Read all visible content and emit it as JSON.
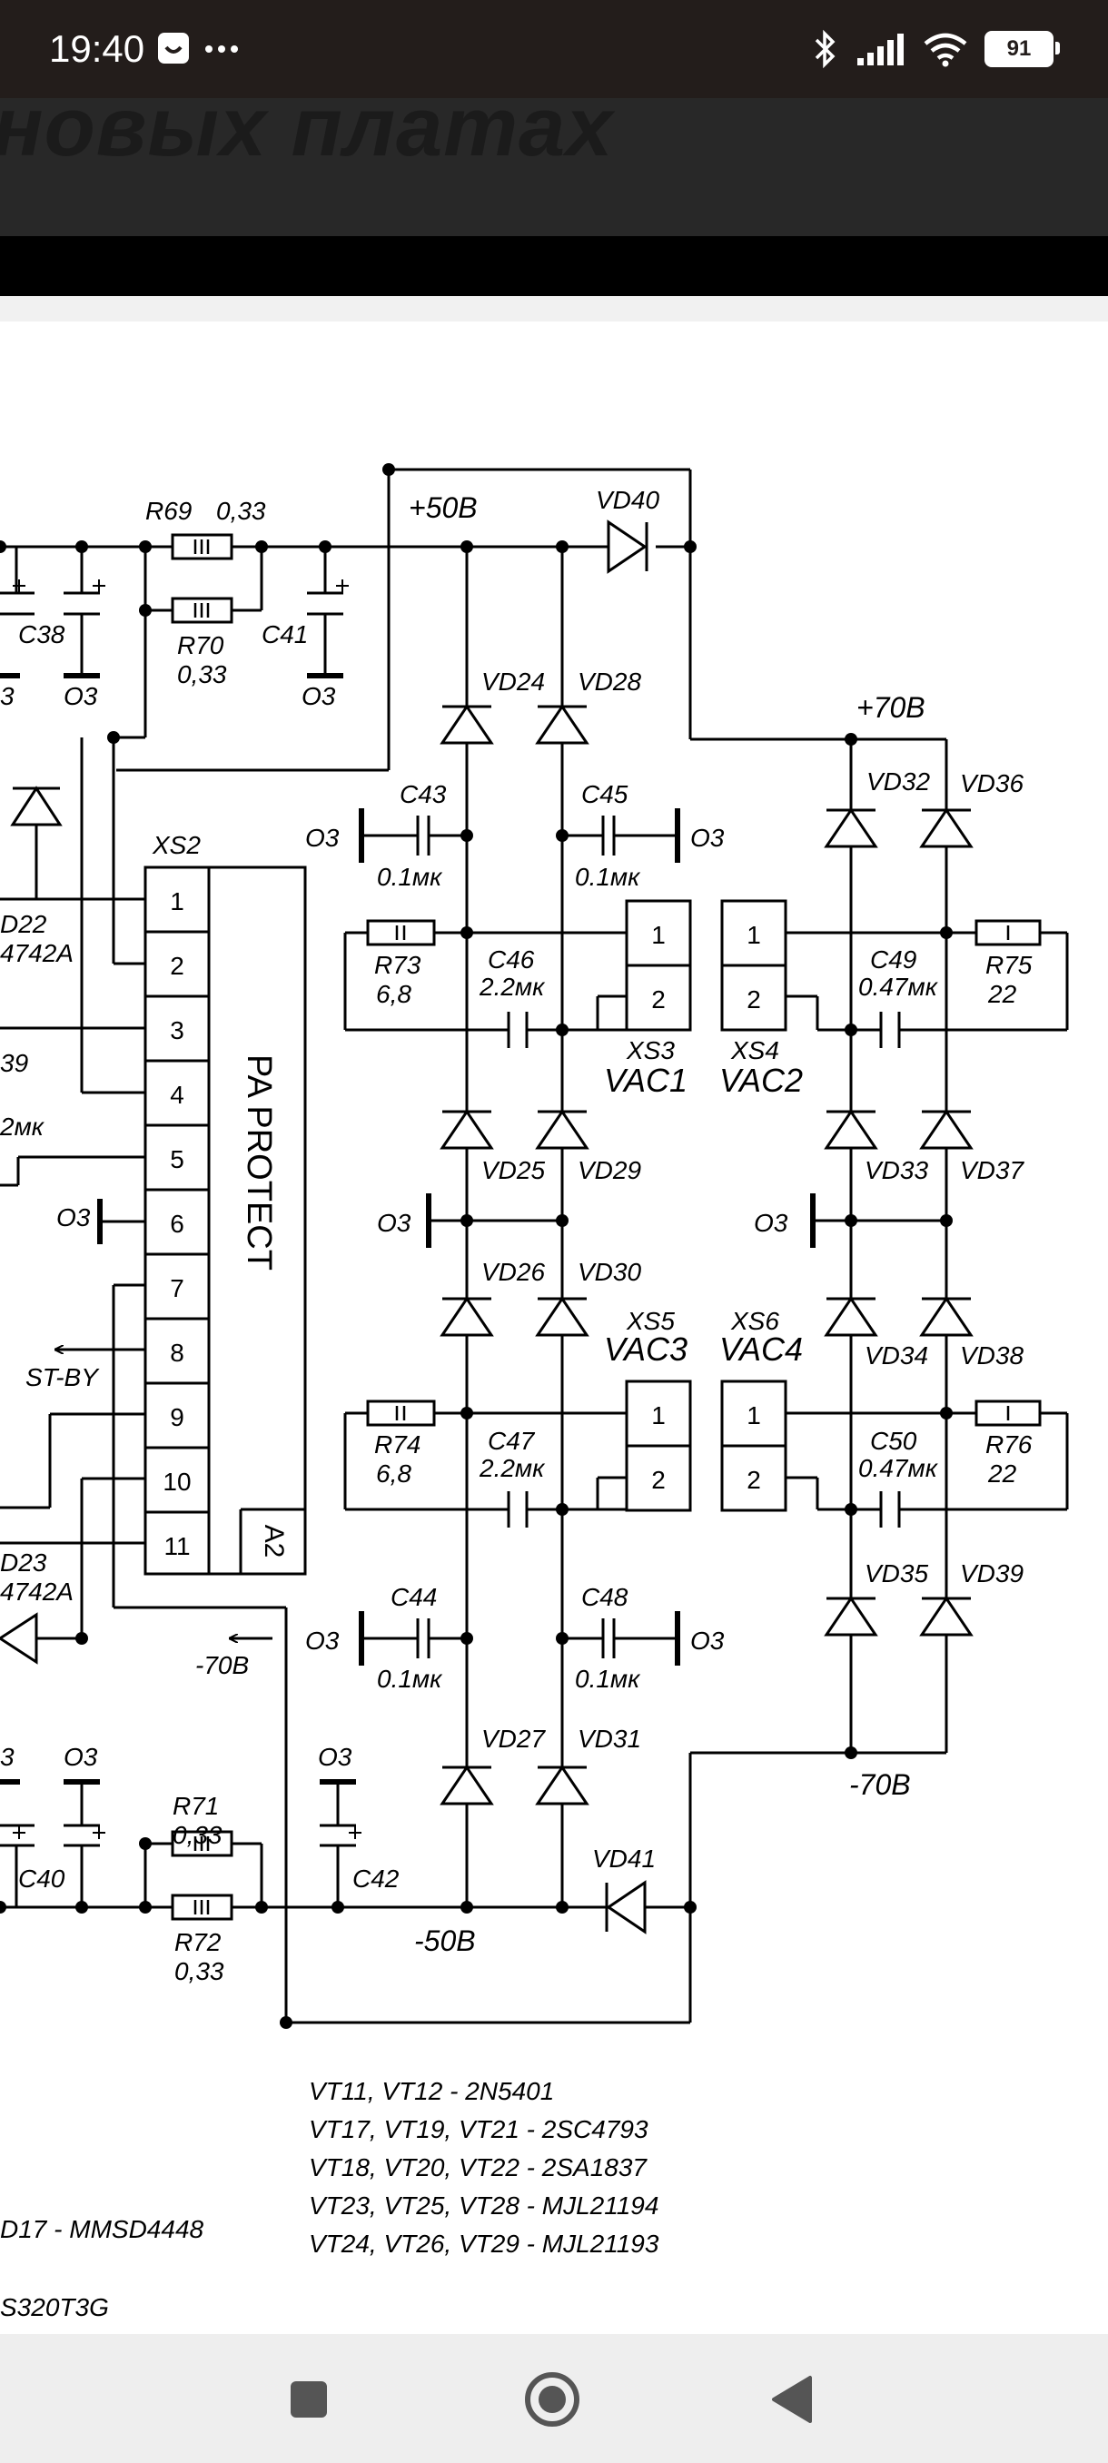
{
  "status": {
    "time": "19:40",
    "battery": "91",
    "icons": [
      "app-notification-icon",
      "more-dots-icon",
      "bluetooth-icon",
      "signal-icon",
      "wifi-icon",
      "battery-icon"
    ]
  },
  "page": {
    "title_fragment": "новых платах"
  },
  "schematic": {
    "rails": {
      "pos50": "+50В",
      "neg50": "-50В",
      "pos70": "+70В",
      "neg70": "-70В",
      "neg70_arrow": "-70В"
    },
    "resistors": {
      "r69": "R69",
      "r69_val": "0,33",
      "r70": "R70",
      "r70_val": "0,33",
      "r71": "R71",
      "r71_val": "0,33",
      "r72": "R72",
      "r72_val": "0,33",
      "r73": "R73",
      "r73_val": "6,8",
      "r74": "R74",
      "r74_val": "6,8",
      "r75": "R75",
      "r75_val": "22",
      "r76": "R76",
      "r76_val": "22"
    },
    "capacitors": {
      "c38": "C38",
      "c40": "C40",
      "c41": "C41",
      "c42": "C42",
      "c43": "C43",
      "c43_val": "0.1мк",
      "c44": "C44",
      "c44_val": "0.1мк",
      "c45": "C45",
      "c45_val": "0.1мк",
      "c48": "C48",
      "c48_val": "0.1мк",
      "c46": "C46",
      "c46_val": "2.2мк",
      "c47": "C47",
      "c47_val": "2.2мк",
      "c49": "C49",
      "c49_val": "0.47мк",
      "c50": "C50",
      "c50_val": "0.47мк"
    },
    "diodes": {
      "vd24": "VD24",
      "vd25": "VD25",
      "vd26": "VD26",
      "vd27": "VD27",
      "vd28": "VD28",
      "vd29": "VD29",
      "vd30": "VD30",
      "vd31": "VD31",
      "vd32": "VD32",
      "vd33": "VD33",
      "vd34": "VD34",
      "vd35": "VD35",
      "vd36": "VD36",
      "vd37": "VD37",
      "vd38": "VD38",
      "vd39": "VD39",
      "vd40": "VD40",
      "vd41": "VD41",
      "vd22_frag": "D22",
      "vd22_part": "4742A",
      "vd23_frag": "D23",
      "vd23_part": "4742A"
    },
    "ground": "О3",
    "connectors": {
      "xs2": "XS2",
      "xs3": "XS3",
      "xs4": "XS4",
      "xs5": "XS5",
      "xs6": "XS6",
      "vac1": "VAC1",
      "vac2": "VAC2",
      "vac3": "VAC3",
      "vac4": "VAC4",
      "pin1": "1",
      "pin2": "2",
      "xs2_pins": [
        "1",
        "2",
        "3",
        "4",
        "5",
        "6",
        "7",
        "8",
        "9",
        "10",
        "11"
      ],
      "a2": "A2",
      "pa_protect": "PA PROTECT",
      "stby": "ST-BY"
    },
    "fragments": {
      "c39_frag": "39",
      "cap2mk_frag": "2мк",
      "left_o3_top": "3",
      "left_o3_bottom": "3"
    },
    "notes": [
      "VT11, VT12 - 2N5401",
      "VT17, VT19, VT21 - 2SC4793",
      "VT18, VT20, VT22 - 2SA1837",
      "VT23, VT25, VT28 - MJL21194",
      "VT24, VT26, VT29 - MJL21193"
    ],
    "note_left1": "D17 - MMSD4448",
    "note_left2": "S320T3G"
  }
}
